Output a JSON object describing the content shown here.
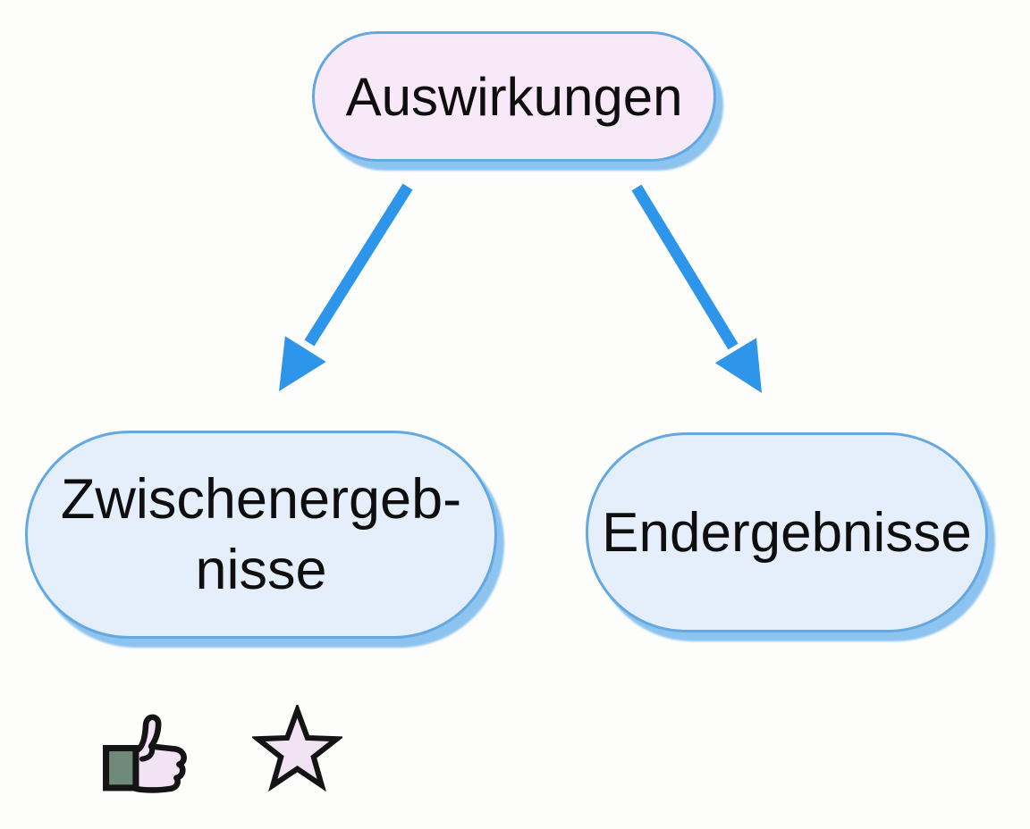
{
  "diagram": {
    "title_node": {
      "label": "Auswirkungen"
    },
    "child_nodes": {
      "intermediate": {
        "line1": "Zwischenergeb-",
        "line2": "nisse"
      },
      "final": {
        "label": "Endergebnisse"
      }
    },
    "connectors": [
      {
        "name": "arrow-to-intermediate",
        "direction": "down-left"
      },
      {
        "name": "arrow-to-final",
        "direction": "down-right"
      }
    ],
    "icons": [
      {
        "name": "thumbs-up-icon"
      },
      {
        "name": "star-icon"
      }
    ]
  },
  "colors": {
    "background": "#fdfdfc",
    "arrow_blue": "#2e96ea",
    "node_border_blue": "#63a8e0",
    "node_shadow_blue": "#8dc4ef",
    "top_node_fill_pink": "#f8e9f9",
    "child_node_fill_blue": "#e4effb",
    "text_black": "#0e0e0e",
    "icon_outline_black": "#141414",
    "icon_fill_pink": "#f2e3f4",
    "thumb_sleeve_green": "#6f8a7b"
  }
}
